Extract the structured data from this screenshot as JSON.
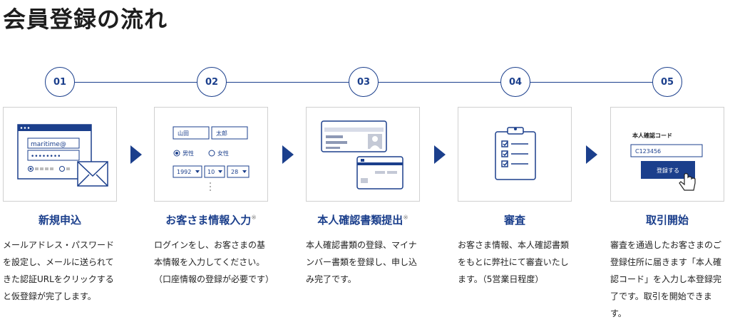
{
  "title": "会員登録の流れ",
  "colors": {
    "primary": "#1b3f8c",
    "border": "#d0d0d0"
  },
  "steps": [
    {
      "num": "01",
      "title": "新規申込",
      "note": "",
      "desc": [
        "メールアドレス・パスワード",
        "を設定し、メールに送られて",
        "きた認証URLをクリックする",
        "と仮登録が完了します。"
      ],
      "icon": "browser-mail-icon"
    },
    {
      "num": "02",
      "title": "お客さま情報入力",
      "note": "※",
      "desc": [
        "ログインをし、お客さまの基",
        "本情報を入力してください。",
        "（口座情報の登録が必要です）"
      ],
      "icon": "form-icon"
    },
    {
      "num": "03",
      "title": "本人確認書類提出",
      "note": "※",
      "desc": [
        "本人確認書類の登録、マイナ",
        "ンバー書類を登録し、申し込",
        "み完了です。"
      ],
      "icon": "id-card-icon"
    },
    {
      "num": "04",
      "title": "審査",
      "note": "",
      "desc": [
        "お客さま情報、本人確認書類",
        "をもとに弊社にて審査いたし",
        "ます。（5営業日程度）"
      ],
      "icon": "clipboard-checklist-icon"
    },
    {
      "num": "05",
      "title": "取引開始",
      "note": "",
      "desc": [
        "審査を通過したお客さまのご",
        "登録住所に届きます「本人確",
        "認コード」を入力し本登録完",
        "了です。取引を開始できま",
        "す。"
      ],
      "icon": "verification-code-icon"
    }
  ],
  "illus": {
    "email_value": "maritime@",
    "password_mask": "••••••••",
    "last_name": "山田",
    "first_name": "太郎",
    "gender_male": "男性",
    "gender_female": "女性",
    "birth_year": "1992",
    "birth_month": "10",
    "birth_day": "28",
    "code_label": "本人確認コード",
    "code_value": "C123456",
    "register_button": "登録する"
  }
}
